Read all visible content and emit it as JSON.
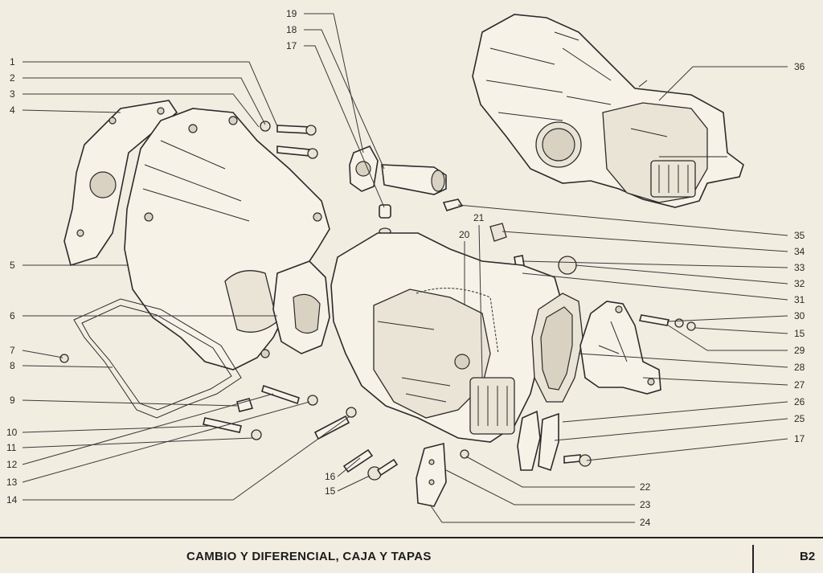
{
  "callouts_left": [
    "1",
    "2",
    "3",
    "4",
    "5",
    "6",
    "7",
    "8",
    "9",
    "10",
    "11",
    "12",
    "13",
    "14"
  ],
  "callouts_top": [
    "19",
    "18",
    "17"
  ],
  "callouts_right": [
    "36",
    "35",
    "34",
    "33",
    "32",
    "31",
    "30",
    "15",
    "29",
    "28",
    "27",
    "26",
    "25",
    "17",
    "22",
    "23",
    "24"
  ],
  "callouts_middle": [
    "21",
    "20",
    "16",
    "15"
  ],
  "footer": {
    "title": "CAMBIO Y DIFERENCIAL, CAJA Y TAPAS",
    "code": "B2"
  }
}
